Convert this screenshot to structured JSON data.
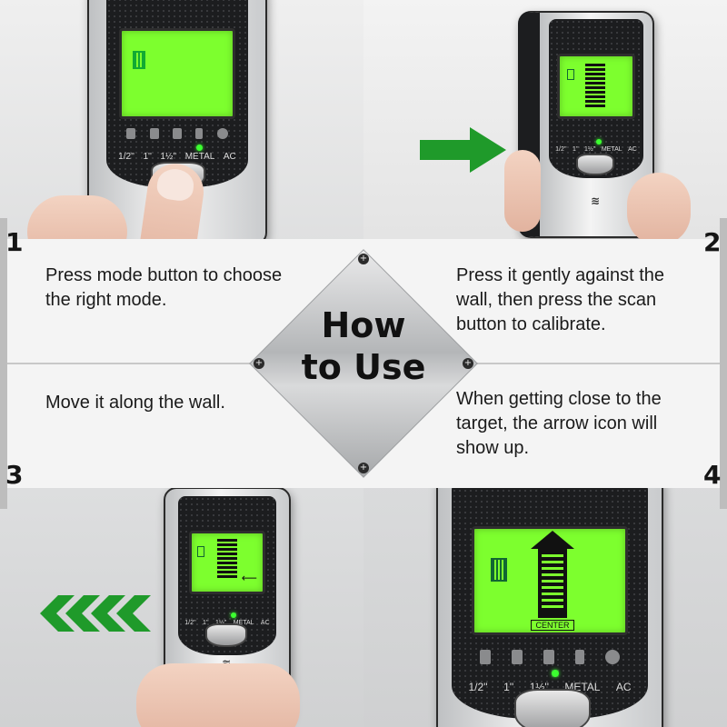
{
  "title": {
    "line1": "How",
    "line2": "to Use"
  },
  "steps": [
    {
      "number": "1",
      "text": "Press mode button to choose the right mode."
    },
    {
      "number": "2",
      "text": "Press it gently against the wall, then press the scan button to calibrate."
    },
    {
      "number": "3",
      "text": "Move it along the wall."
    },
    {
      "number": "4",
      "text": "When getting close to the target, the arrow icon will show up."
    }
  ],
  "device": {
    "modes": [
      "1/2''",
      "1''",
      "1½''",
      "METAL",
      "AC"
    ],
    "center_label": "CENTER"
  },
  "colors": {
    "screen": "#7dff2e",
    "arrow": "#1f9a2a",
    "led": "#3cff30"
  }
}
